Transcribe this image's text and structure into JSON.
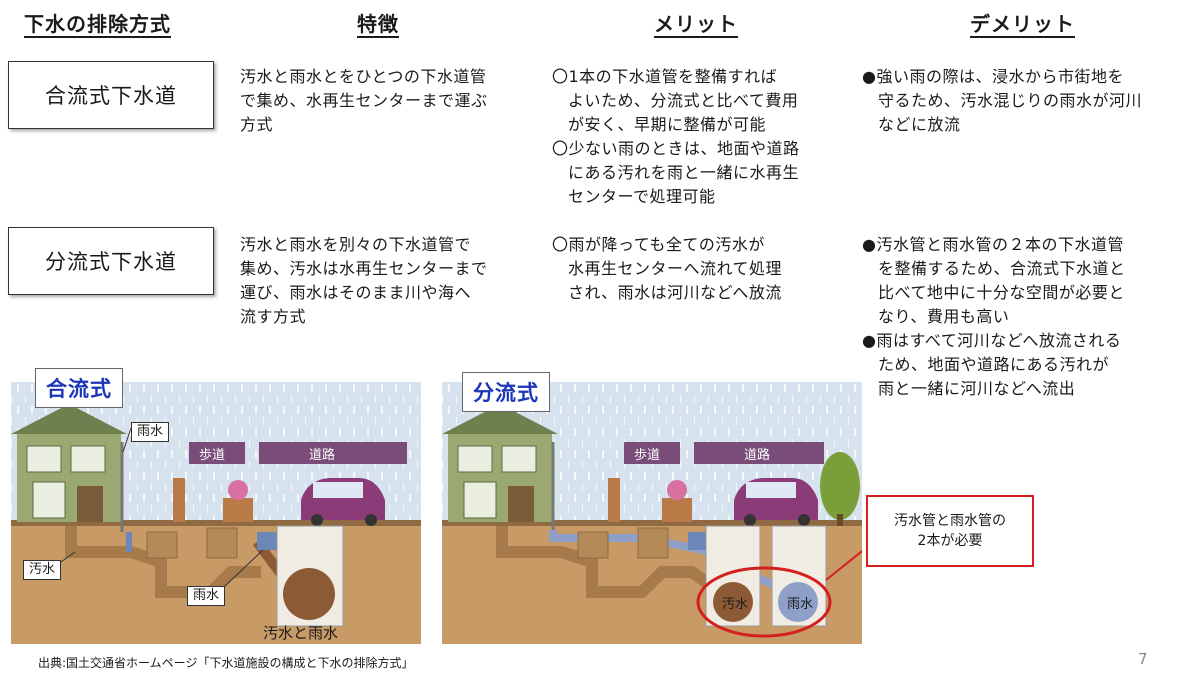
{
  "headers": {
    "system": "下水の排除方式",
    "features": "特徴",
    "merits": "メリット",
    "demerits": "デメリット"
  },
  "rows": [
    {
      "name": "合流式下水道",
      "features": [
        "汚水と雨水とをひとつの下水道管",
        "で集め、水再生センターまで運ぶ",
        "方式"
      ],
      "merits": [
        "〇1本の下水道管を整備すれば",
        "よいため、分流式と比べて費用",
        "が安く、早期に整備が可能",
        "〇少ない雨のときは、地面や道路",
        "にある汚れを雨と一緒に水再生",
        "センターで処理可能"
      ],
      "demerits": [
        "●強い雨の際は、浸水から市街地を",
        "守るため、汚水混じりの雨水が河川",
        "などに放流"
      ]
    },
    {
      "name": "分流式下水道",
      "features": [
        "汚水と雨水を別々の下水道管で",
        "集め、汚水は水再生センターまで",
        "運び、雨水はそのまま川や海へ",
        "流す方式"
      ],
      "merits": [
        "〇雨が降っても全ての汚水が",
        "水再生センターへ流れて処理",
        "され、雨水は河川などへ放流"
      ],
      "demerits": [
        "●汚水管と雨水管の２本の下水道管",
        "を整備するため、合流式下水道と",
        "比べて地中に十分な空間が必要と",
        "なり、費用も高い",
        "●雨はすべて河川などへ放流される",
        "ため、地面や道路にある汚れが",
        "雨と一緒に河川などへ流出"
      ]
    }
  ],
  "illustrations": {
    "combined": {
      "title": "合流式",
      "sidewalk": "歩道",
      "road": "道路",
      "rain_label": "雨水",
      "sewage_label": "汚水",
      "rain_pipe_label": "雨水",
      "pipe_label": "汚水と雨水"
    },
    "separate": {
      "title": "分流式",
      "sidewalk": "歩道",
      "road": "道路",
      "sewage_pipe": "汚水",
      "rain_pipe": "雨水",
      "callout": [
        "汚水管と雨水管の",
        "2本が必要"
      ]
    }
  },
  "source": "出典:国土交通省ホームページ「下水道施設の構成と下水の排除方式」",
  "page_number": "7",
  "colors": {
    "rain_bg": "#d6e3ef",
    "soil": "#c89a66",
    "house_wall": "#9aa872",
    "road_tag": "#7a4c79",
    "pipe_brown": "#8d5a36",
    "pipe_blue": "#8fa0c8",
    "callout_red": "#d41f1f",
    "title_blue": "#1d35b8"
  }
}
